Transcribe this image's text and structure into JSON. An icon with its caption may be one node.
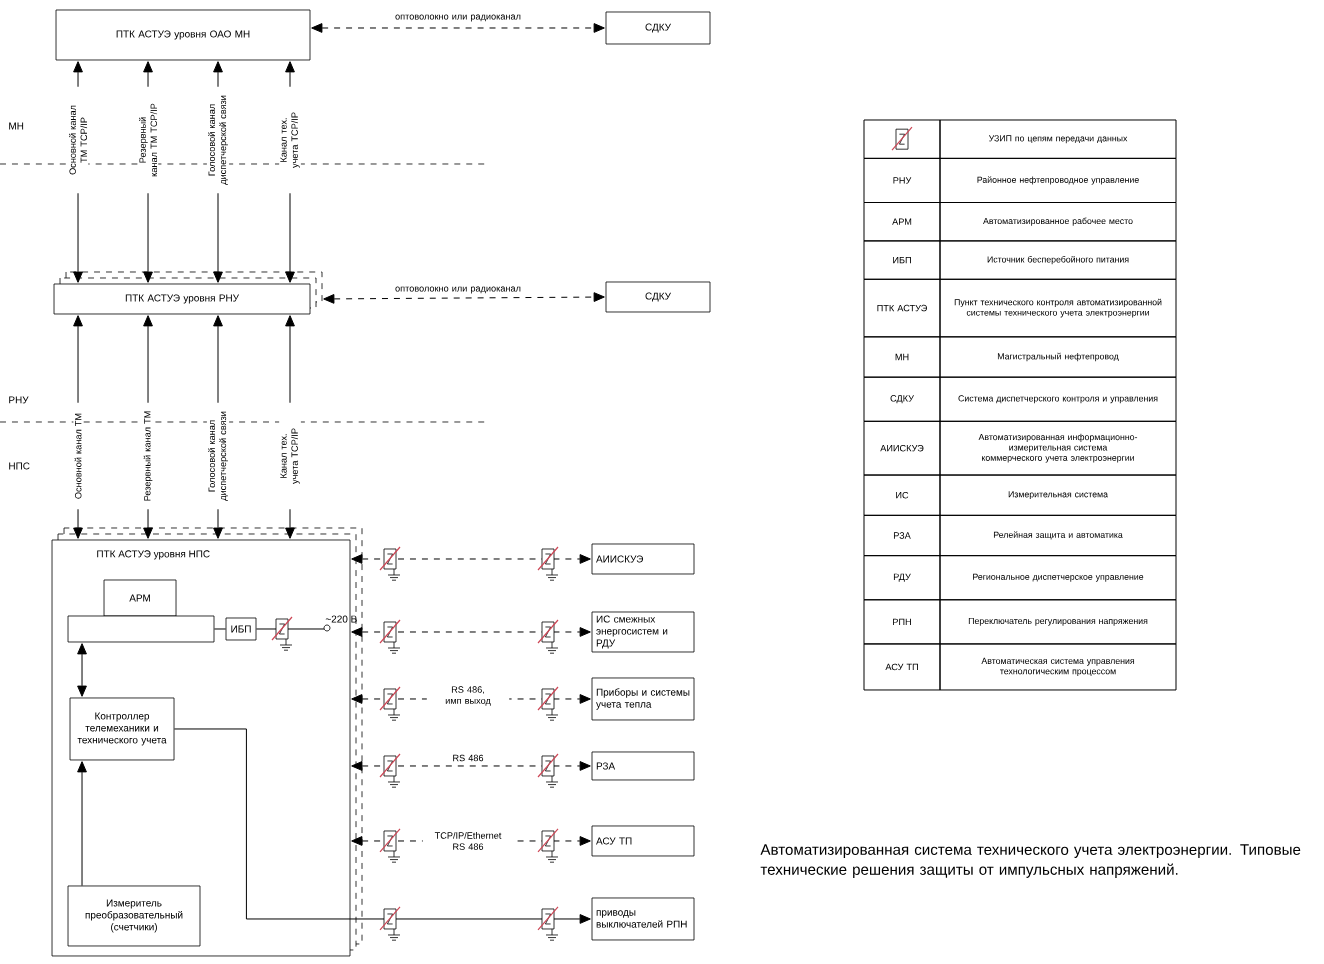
{
  "diagram": {
    "caption": "Автоматизированная система технического учета электроэнергии. Типовые технические решения защиты от импульсных напряжений.",
    "nodes": [
      {
        "text": [
          "ПТК АСТУЭ уровня ОАО МН"
        ]
      },
      {
        "text": [
          "СДКУ"
        ]
      },
      {
        "text": [
          "ПТК АСТУЭ уровня РНУ"
        ]
      },
      {
        "text": [
          "СДКУ"
        ]
      },
      {
        "text": [
          "ПТК АСТУЭ уровня НПС"
        ]
      },
      {
        "text": [
          "АРМ"
        ],
        "in": 4
      },
      {
        "text": [],
        "shape": "box",
        "in": 4
      },
      {
        "text": [
          "ИБП"
        ],
        "in": 4
      },
      {
        "text": [
          "~220 В"
        ],
        "in": 4
      },
      {
        "text": [
          "Контроллер телемеханики и технического учета"
        ],
        "in": 4
      },
      {
        "text": [
          "Измеритель преобразовательный (счетчики)"
        ],
        "in": 4
      },
      {
        "text": [
          "АИИСКУЭ"
        ]
      },
      {
        "text": [
          "ИС смежных энергосистем и РДУ"
        ]
      },
      {
        "text": [
          "Приборы и системы учета тепла"
        ]
      },
      {
        "text": [
          "РЗА"
        ]
      },
      {
        "text": [
          "АСУ ТП"
        ]
      },
      {
        "text": [
          "приводы выключателей РПН"
        ]
      }
    ],
    "edges": [
      {
        "from": 0,
        "to": 1,
        "arrow": "both",
        "style": "dashed",
        "label": "оптоволокно или радиоканал"
      },
      {
        "from": 2,
        "to": 3,
        "arrow": "both",
        "style": "dashed",
        "label": "оптоволокно или радиоканал"
      },
      {
        "from": 0,
        "to": 2,
        "arrow": "both",
        "label": "Основной канал ТМ TCP/IP"
      },
      {
        "from": 0,
        "to": 2,
        "arrow": "both",
        "label": "Резервный канал ТМ TCP/IP"
      },
      {
        "from": 0,
        "to": 2,
        "arrow": "both",
        "label": "Голосовой канал диспетчерской связи"
      },
      {
        "from": 0,
        "to": 2,
        "arrow": "both",
        "label": "Канал тех. учета TCP/IP"
      },
      {
        "from": 2,
        "to": 4,
        "arrow": "both",
        "label": "Основной канал ТМ"
      },
      {
        "from": 2,
        "to": 4,
        "arrow": "both",
        "label": "Резервный канал ТМ"
      },
      {
        "from": 2,
        "to": 4,
        "arrow": "both",
        "label": "Голосовой канал диспетчерской связи"
      },
      {
        "from": 2,
        "to": 4,
        "arrow": "both",
        "label": "Канал тех. учета TCP/IP"
      },
      {
        "from": 6,
        "to": 9,
        "arrow": "both"
      },
      {
        "from": 10,
        "to": 9,
        "arrow": "to"
      },
      {
        "from": 6,
        "to": 7,
        "arrow": "none"
      },
      {
        "from": 7,
        "to": 8,
        "arrow": "none"
      },
      {
        "from": 4,
        "to": 11,
        "arrow": "both",
        "style": "dashed"
      },
      {
        "from": 4,
        "to": 12,
        "arrow": "both",
        "style": "dashed"
      },
      {
        "from": 4,
        "to": 13,
        "arrow": "both",
        "style": "dashed",
        "label": "RS 486, имп выход"
      },
      {
        "from": 4,
        "to": 14,
        "arrow": "both",
        "style": "dashed",
        "label": "RS 486"
      },
      {
        "from": 4,
        "to": 15,
        "arrow": "both",
        "style": "dashed",
        "label": "TCP/IP/Ethernet RS 486"
      },
      {
        "from": 9,
        "to": 16,
        "arrow": "to"
      }
    ],
    "labels": [
      "МН",
      "РНУ",
      "НПС",
      "УЗИП по цепям передачи данных",
      "РНУ",
      "Районное нефтепроводное управление",
      "АРМ",
      "Автоматизированное рабочее место",
      "ИБП",
      "Источник бесперебойного питания",
      "ПТК АСТУЭ",
      "Пункт технического контроля автоматизированной системы технического учета электроэнергии",
      "МН",
      "Магистральный нефтепровод",
      "СДКУ",
      "Система диспетчерского контроля и управления",
      "АИИСКУЭ",
      "Автоматизированная информационно-измерительная система коммерческого учета электроэнергии",
      "ИС",
      "Измерительная система",
      "РЗА",
      "Релейная защита и автоматика",
      "РДУ",
      "Региональное диспетчерское управление",
      "РПН",
      "Переключатель регулирования напряжения",
      "АСУ ТП",
      "Автоматическая система управления технологическим процессом"
    ]
  }
}
